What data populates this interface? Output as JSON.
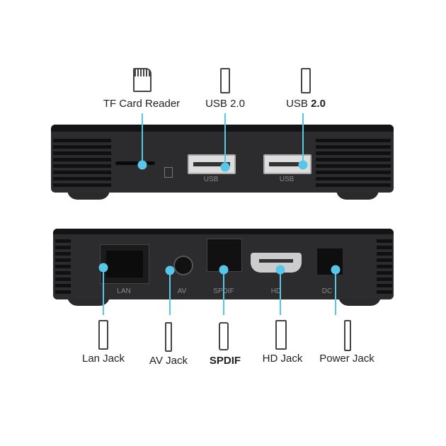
{
  "top_panel": {
    "callouts": [
      {
        "label_prefix": "TF Card Reader",
        "label_suffix": "",
        "icon": "sd-card-icon"
      },
      {
        "label_prefix": "USB 2.0",
        "label_suffix": "",
        "icon": "usb-plug-icon"
      },
      {
        "label_prefix": "USB ",
        "label_suffix": "2.0",
        "icon": "usb-plug-icon"
      }
    ],
    "port_labels": [
      "USB",
      "USB"
    ]
  },
  "bottom_panel": {
    "port_labels": [
      "LAN",
      "AV",
      "SPDIF",
      "HD",
      "DC"
    ],
    "callouts": [
      {
        "label": "Lan Jack",
        "icon": "rj45-plug-icon"
      },
      {
        "label": "AV Jack",
        "icon": "rca-plug-icon"
      },
      {
        "label": "SPDIF",
        "icon": "optical-plug-icon"
      },
      {
        "label": "HD Jack",
        "icon": "hdmi-plug-icon"
      },
      {
        "label": "Power Jack",
        "icon": "dc-plug-icon"
      }
    ]
  },
  "colors": {
    "accent": "#58c6e8",
    "device": "#2c2c2e"
  }
}
